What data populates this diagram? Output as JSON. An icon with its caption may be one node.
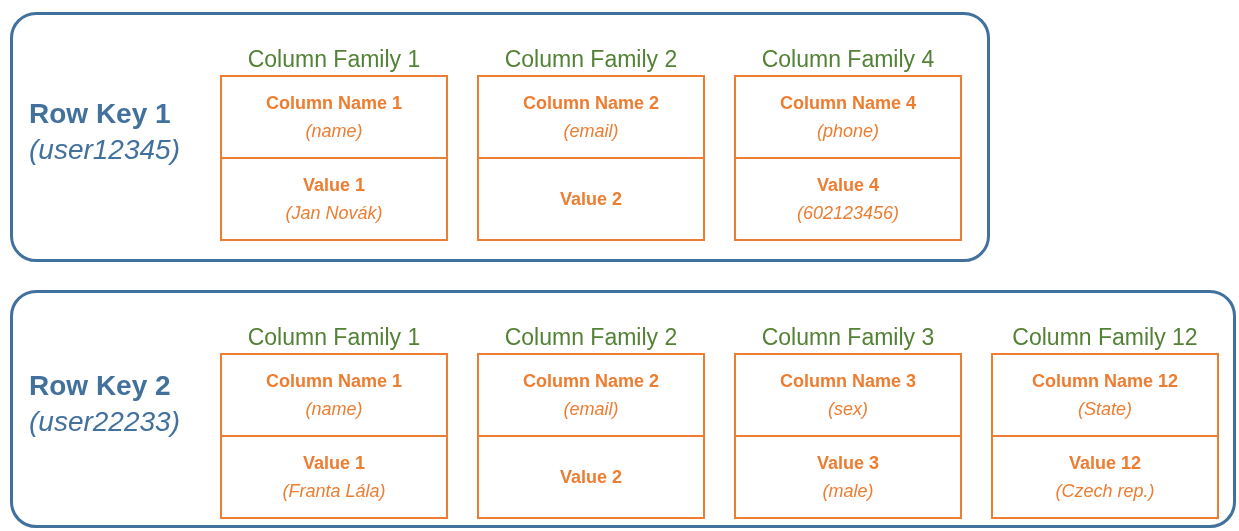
{
  "diagram": {
    "nodes": [
      {
        "text": [
          "Row Key 1",
          "(user12345)"
        ]
      },
      {
        "text": [
          "Column Family 1"
        ],
        "in": 0
      },
      {
        "text": [
          "Column Name 1",
          "(name)"
        ],
        "in": 1
      },
      {
        "text": [
          "Value 1",
          "(Jan Novák)"
        ],
        "in": 1
      },
      {
        "text": [
          "Column Family 2"
        ],
        "in": 0
      },
      {
        "text": [
          "Column Name 2",
          "(email)"
        ],
        "in": 4
      },
      {
        "text": [
          "Value 2"
        ],
        "in": 4
      },
      {
        "text": [
          "Column Family 4"
        ],
        "in": 0
      },
      {
        "text": [
          "Column Name 4",
          "(phone)"
        ],
        "in": 7
      },
      {
        "text": [
          "Value 4",
          "(602123456)"
        ],
        "in": 7
      },
      {
        "text": [
          "Row Key 2",
          "(user22233)"
        ]
      },
      {
        "text": [
          "Column Family 1"
        ],
        "in": 10
      },
      {
        "text": [
          "Column Name 1",
          "(name)"
        ],
        "in": 11
      },
      {
        "text": [
          "Value 1",
          "(Franta Lála)"
        ],
        "in": 11
      },
      {
        "text": [
          "Column Family 2"
        ],
        "in": 10
      },
      {
        "text": [
          "Column Name 2",
          "(email)"
        ],
        "in": 14
      },
      {
        "text": [
          "Value 2"
        ],
        "in": 14
      },
      {
        "text": [
          "Column Family 3"
        ],
        "in": 10
      },
      {
        "text": [
          "Column Name 3",
          "(sex)"
        ],
        "in": 17
      },
      {
        "text": [
          "Value 3",
          "(male)"
        ],
        "in": 17
      },
      {
        "text": [
          "Column Family 12"
        ],
        "in": 10
      },
      {
        "text": [
          "Column Name 12",
          "(State)"
        ],
        "in": 20
      },
      {
        "text": [
          "Value 12",
          "(Czech rep.)"
        ],
        "in": 20
      }
    ]
  }
}
